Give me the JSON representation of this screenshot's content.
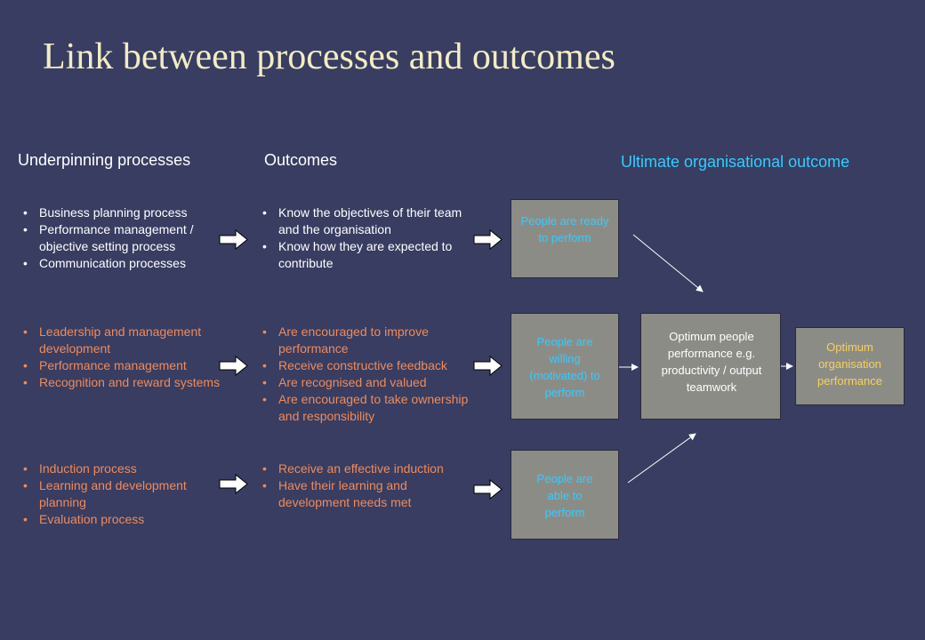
{
  "title": "Link between processes and outcomes",
  "headers": {
    "processes": "Underpinning processes",
    "outcomes": "Outcomes",
    "ultimate": "Ultimate organisational outcome"
  },
  "rows": [
    {
      "processes": [
        "Business planning process",
        "Performance management / objective setting process",
        "Communication processes"
      ],
      "outcomes": [
        "Know the objectives of their team and the organisation",
        "Know how they are expected to contribute"
      ],
      "box": "People are ready to perform"
    },
    {
      "processes": [
        "Leadership and management development",
        "Performance management",
        "Recognition and reward systems"
      ],
      "outcomes": [
        "Are encouraged to improve performance",
        "Receive constructive feedback",
        "Are recognised and valued",
        "Are encouraged to take ownership and responsibility"
      ],
      "box": "People are willing (motivated) to perform"
    },
    {
      "processes": [
        "Induction process",
        "Learning and development planning",
        "Evaluation process"
      ],
      "outcomes": [
        "Receive an effective induction",
        "Have their learning and development needs met"
      ],
      "box": "People are able to perform"
    }
  ],
  "optimum_people": "Optimum people performance e.g. productivity / output teamwork",
  "optimum_org": "Optimum organisation performance",
  "colors": {
    "background": "#383d61",
    "title": "#f3ecc4",
    "box_text_cyan": "#33ccff",
    "box_text_gold": "#f5d25a",
    "orange_text": "#f08a5a"
  }
}
